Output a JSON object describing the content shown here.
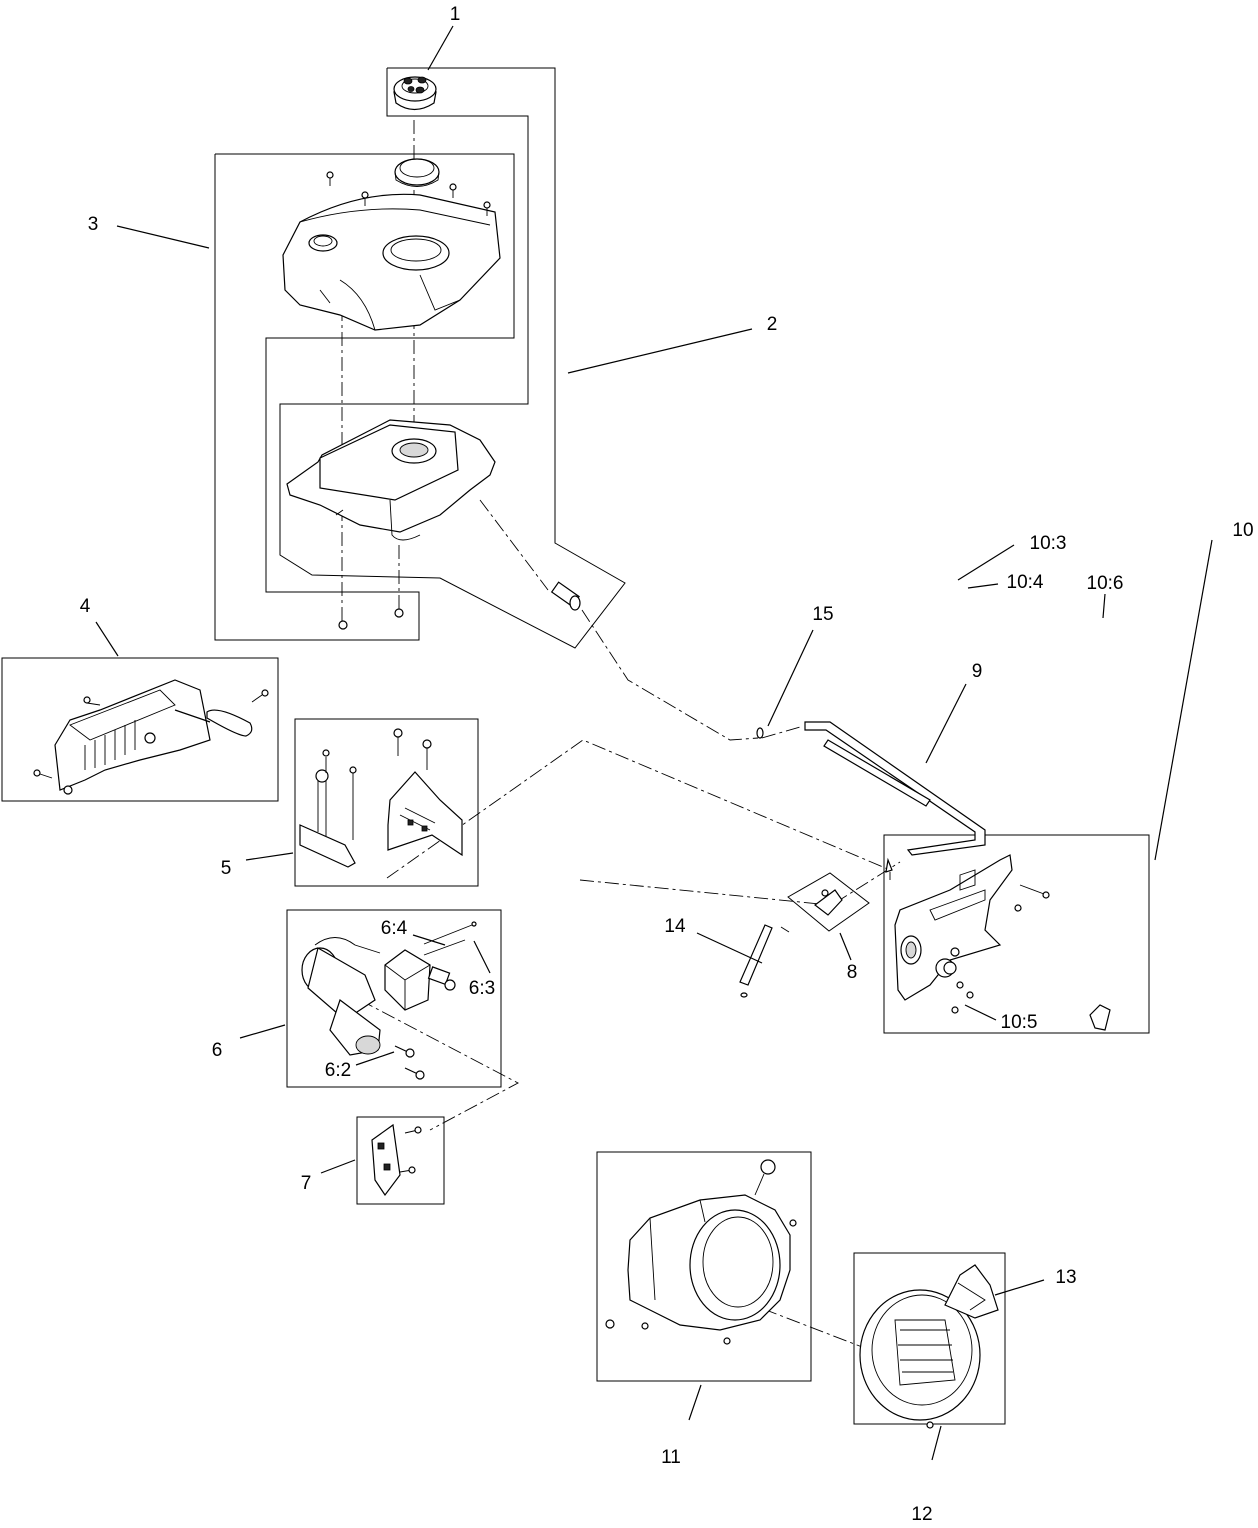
{
  "callouts": [
    {
      "id": "1",
      "label": "1"
    },
    {
      "id": "2",
      "label": "2"
    },
    {
      "id": "3",
      "label": "3"
    },
    {
      "id": "4",
      "label": "4"
    },
    {
      "id": "5",
      "label": "5"
    },
    {
      "id": "6",
      "label": "6"
    },
    {
      "id": "6-2",
      "label": "6:2"
    },
    {
      "id": "6-3",
      "label": "6:3"
    },
    {
      "id": "6-4",
      "label": "6:4"
    },
    {
      "id": "7",
      "label": "7"
    },
    {
      "id": "8",
      "label": "8"
    },
    {
      "id": "9",
      "label": "9"
    },
    {
      "id": "10",
      "label": "10"
    },
    {
      "id": "10-3",
      "label": "10:3"
    },
    {
      "id": "10-4",
      "label": "10:4"
    },
    {
      "id": "10-5",
      "label": "10:5"
    },
    {
      "id": "10-6",
      "label": "10:6"
    },
    {
      "id": "11",
      "label": "11"
    },
    {
      "id": "12",
      "label": "12"
    },
    {
      "id": "13",
      "label": "13"
    },
    {
      "id": "14",
      "label": "14"
    },
    {
      "id": "15",
      "label": "15"
    }
  ]
}
